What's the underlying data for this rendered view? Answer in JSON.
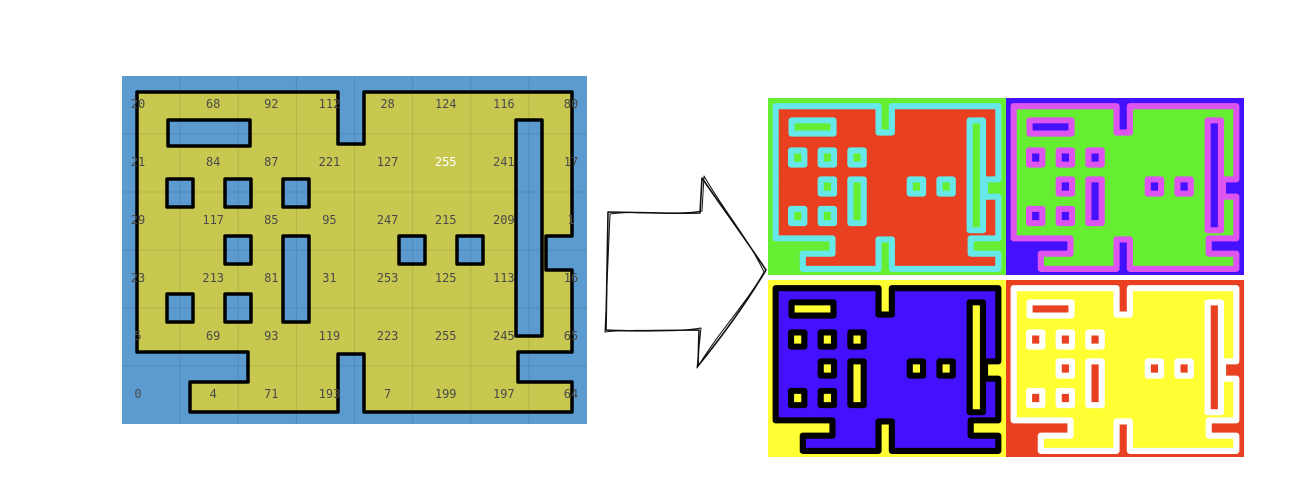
{
  "source_grid": {
    "cols": 8,
    "rows": 6,
    "colors": {
      "background": "#5b9bd0",
      "floor": "#c8c850",
      "wall": "#000000",
      "grid_line": "#b8b850",
      "text": "#4a4a4a",
      "highlight_text": "#ffffff"
    },
    "cell_values": [
      [
        "20",
        "68",
        "92",
        "112",
        "28",
        "124",
        "116",
        "80"
      ],
      [
        "21",
        "84",
        "87",
        "221",
        "127",
        "255",
        "241",
        "17"
      ],
      [
        "29",
        "117",
        "85",
        "95",
        "247",
        "215",
        "209",
        "1"
      ],
      [
        "23",
        "213",
        "81",
        "31",
        "253",
        "125",
        "113",
        "16"
      ],
      [
        "5",
        "69",
        "93",
        "119",
        "223",
        "255",
        "245",
        "65"
      ],
      [
        "0",
        "4",
        "71",
        "193",
        "7",
        "199",
        "197",
        "64"
      ]
    ],
    "highlighted_cells": [
      [
        1,
        5
      ]
    ]
  },
  "arrow": {
    "direction": "right",
    "style": "sketch-outline"
  },
  "result_panels": [
    {
      "name": "top-left",
      "background": "#66ee33",
      "fill": "#e84020",
      "outline": "#66e8e8"
    },
    {
      "name": "top-right",
      "background": "#4411ff",
      "fill": "#66ee33",
      "outline": "#dd55ee"
    },
    {
      "name": "bottom-left",
      "background": "#ffff33",
      "fill": "#4411ff",
      "outline": "#000000"
    },
    {
      "name": "bottom-right",
      "background": "#e84020",
      "fill": "#ffff33",
      "outline": "#ffffff"
    }
  ]
}
